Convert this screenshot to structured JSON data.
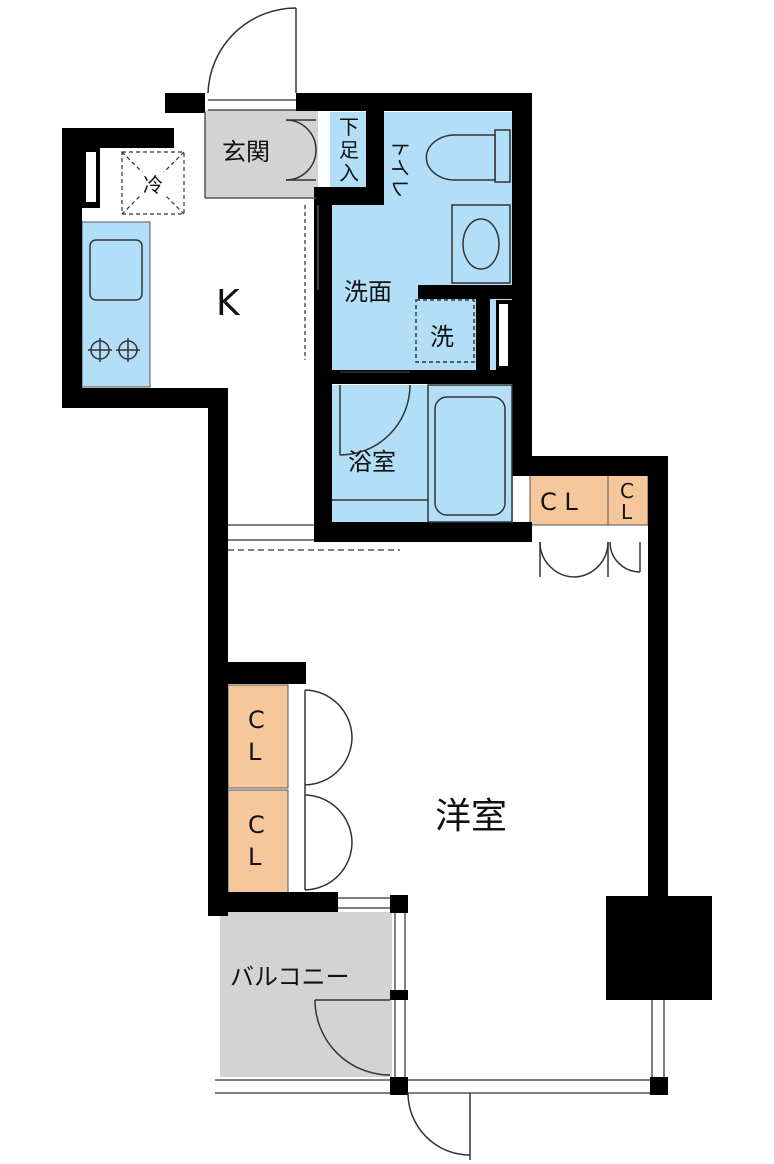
{
  "colors": {
    "wall": "#000000",
    "wet_area": "#b3def7",
    "closet": "#f7c79c",
    "entrance": "#d3d3d3",
    "balcony": "#d3d3d3",
    "room": "#ffffff"
  },
  "rooms": {
    "entrance": "玄関",
    "shoe_box": [
      "下",
      "足",
      "入"
    ],
    "toilet": "トイレ",
    "fridge": "冷",
    "kitchen": "K",
    "washroom": "洗面",
    "washer": "洗",
    "bathroom": "浴室",
    "closet_top_a": "C L",
    "closet_top_b": [
      "C",
      "L"
    ],
    "closet_left_1": [
      "C",
      "L"
    ],
    "closet_left_2": [
      "C",
      "L"
    ],
    "western_room": "洋室",
    "balcony": "バルコニー"
  }
}
